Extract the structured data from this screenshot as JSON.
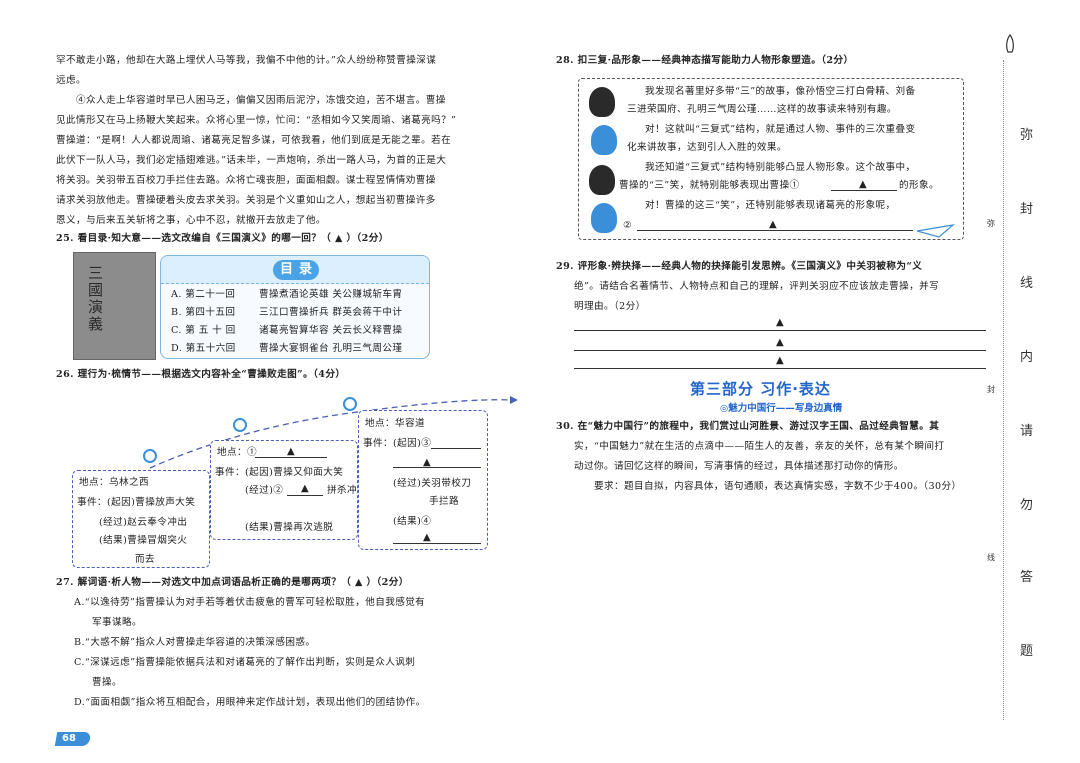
{
  "left": {
    "para_lines": [
      "罕不敢走小路，他却在大路上埋伏人马等我，我偏不中他的计。”众人纷纷称赞曹操深谋",
      "远虑。",
      "④众人走上华容道时早已人困马乏，偏偏又因雨后泥泞，冻饿交迫，苦不堪言。曹操",
      "见此情形又在马上扬鞭大笑起来。众将心里一惊，忙问：“丞相如今又笑周瑜、诸葛亮吗？”",
      "曹操道：“是啊！人人都说周瑜、诸葛亮足智多谋，可依我看，他们到底是无能之辈。若在",
      "此伏下一队人马，我们必定插翅难逃。”话未毕，一声炮响，杀出一路人马，为首的正是大",
      "将关羽。关羽带五百校刀手拦住去路。众将亡魂丧胆，面面相觑。谋士程昱情情劝曹操",
      "请求关羽放他走。曹操硬着头皮去求关羽。关羽是个义重如山之人，想起当初曹操许多",
      "恩义，与后来五关斩将之事，心中不忍，就撤开去放走了他。"
    ],
    "q25": "25. 看目录·知大意——选文改编自《三国演义》的哪一回？（  ▲  ）（2分）",
    "book_title": "三國演義",
    "menu_title": "目录",
    "menu_rows": [
      {
        "label": "A. 第二十一回",
        "text": "曹操煮酒论英雄  关公赚城斩车胄"
      },
      {
        "label": "B. 第四十五回",
        "text": "三江口曹操折兵  群英会蒋干中计"
      },
      {
        "label": "C. 第 五 十 回",
        "text": "诸葛亮智算华容  关云长义释曹操"
      },
      {
        "label": "D. 第五十六回",
        "text": "曹操大宴铜雀台  孔明三气周公瑾"
      }
    ],
    "q26": "26. 理行为·梳情节——根据选文内容补全“曹操败走图”。（4分）",
    "box1": [
      "地点：乌林之西",
      "事件：(起因)曹操放声大笑",
      "(经过)赵云奉令冲出",
      "(结果)曹操冒烟突火",
      "而去"
    ],
    "box2": [
      "地点：①",
      "事件：(起因)曹操又仰面大笑",
      "(经过)②",
      "拼杀冲出",
      "(结果)曹操再次逃脱"
    ],
    "box3": [
      "地点：华容道",
      "事件：(起因)③",
      "(经过)关羽带校刀",
      "手拦路",
      "(结果)④"
    ],
    "q27": "27. 解词语·析人物——对选文中加点词语品析正确的是哪两项？（  ▲  ）（2分）",
    "q27_options": [
      "A.“以逸待劳”指曹操认为对手若等着伏击疲惫的曹军可轻松取胜，他自我感觉有",
      "军事谋略。",
      "B.“大惑不解”指众人对曹操走华容道的决策深感困惑。",
      "C.“深谋远虑”指曹操能依据兵法和对诸葛亮的了解作出判断，实则是众人讽刺",
      "曹操。",
      "D.“面面相觑”指众将互相配合，用眼神来定作战计划，表现出他们的团结协作。"
    ],
    "page_number": "68"
  },
  "right": {
    "q28": "28. 扣三复·品形象——经典神态描写能助力人物形象塑造。（2分）",
    "dialog": [
      "我发现名著里好多带“三”的故事，像孙悟空三打白骨精、刘备",
      "三进荣国府、孔明三气周公瑾……这样的故事读来特别有趣。",
      "对！这就叫“三复式”结构，就是通过人物、事件的三次重叠变",
      "化来讲故事，达到引人入胜的效果。",
      "我还知道“三复式”结构特别能够凸显人物形象。这个故事中，",
      "曹操的“三”笑，就特别能够表现出曹操①",
      "的形象。",
      "对！曹操的这三“笑”，还特别能够表现诸葛亮的形象呢，",
      "②"
    ],
    "q29_lines": [
      "29. 评形象·辨抉择——经典人物的抉择能引发思辨。《三国演义》中关羽被称为“义",
      "绝”。请结合名著情节、人物特点和自己的理解，评判关羽应不应该放走曹操，并写",
      "明理由。（2分）"
    ],
    "answer_mark": "▲",
    "section_title": "第三部分  习作·表达",
    "section_sub": "◎魅力中国行——写身边真情",
    "q30_lines": [
      "30. 在“魅力中国行”的旅程中，我们赏过山河胜景、游过汉字王国、品过经典智慧。其",
      "实，“中国魅力”就在生活的点滴中——陌生人的友善，亲友的关怀，总有某个瞬间打",
      "动过你。请回忆这样的瞬间，写清事情的经过，具体描述那打动你的情形。",
      "要求：题目自拟，内容具体，语句通顺，表达真情实感，字数不少于400。（30分）"
    ]
  },
  "margin": {
    "big_chars": [
      "弥",
      "封",
      "线",
      "内",
      "请",
      "勿",
      "答",
      "题"
    ],
    "small_chars": [
      "弥",
      "封",
      "线"
    ]
  },
  "colors": {
    "accent_blue": "#2266cc",
    "menu_blue": "#4aa3e6",
    "box_border": "#4a5fb8"
  }
}
